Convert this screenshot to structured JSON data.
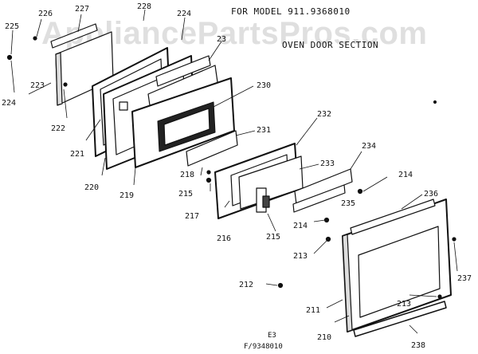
{
  "header": {
    "model_line": "FOR MODEL 911.9368010",
    "section_line": "OVEN DOOR SECTION"
  },
  "watermark": "AppliancePartsPros.com",
  "footer": {
    "line1": "E3",
    "line2": "F/9348010"
  },
  "callouts": [
    {
      "id": "c226",
      "label": "226"
    },
    {
      "id": "c227",
      "label": "227"
    },
    {
      "id": "c228",
      "label": "228"
    },
    {
      "id": "c224a",
      "label": "224"
    },
    {
      "id": "c225",
      "label": "225"
    },
    {
      "id": "c223",
      "label": "223"
    },
    {
      "id": "c224b",
      "label": "224"
    },
    {
      "id": "c222",
      "label": "222"
    },
    {
      "id": "c221",
      "label": "221"
    },
    {
      "id": "c220",
      "label": "220"
    },
    {
      "id": "c219",
      "label": "219"
    },
    {
      "id": "c23",
      "label": "23"
    },
    {
      "id": "c230",
      "label": "230"
    },
    {
      "id": "c231",
      "label": "231"
    },
    {
      "id": "c232",
      "label": "232"
    },
    {
      "id": "c218",
      "label": "218"
    },
    {
      "id": "c215a",
      "label": "215"
    },
    {
      "id": "c217",
      "label": "217"
    },
    {
      "id": "c233",
      "label": "233"
    },
    {
      "id": "c234",
      "label": "234"
    },
    {
      "id": "c214a",
      "label": "214"
    },
    {
      "id": "c236",
      "label": "236"
    },
    {
      "id": "c235",
      "label": "235"
    },
    {
      "id": "c214b",
      "label": "214"
    },
    {
      "id": "c216",
      "label": "216"
    },
    {
      "id": "c215b",
      "label": "215"
    },
    {
      "id": "c213a",
      "label": "213"
    },
    {
      "id": "c212",
      "label": "212"
    },
    {
      "id": "c211",
      "label": "211"
    },
    {
      "id": "c210",
      "label": "210"
    },
    {
      "id": "c213b",
      "label": "213"
    },
    {
      "id": "c237",
      "label": "237"
    },
    {
      "id": "c238",
      "label": "238"
    }
  ]
}
